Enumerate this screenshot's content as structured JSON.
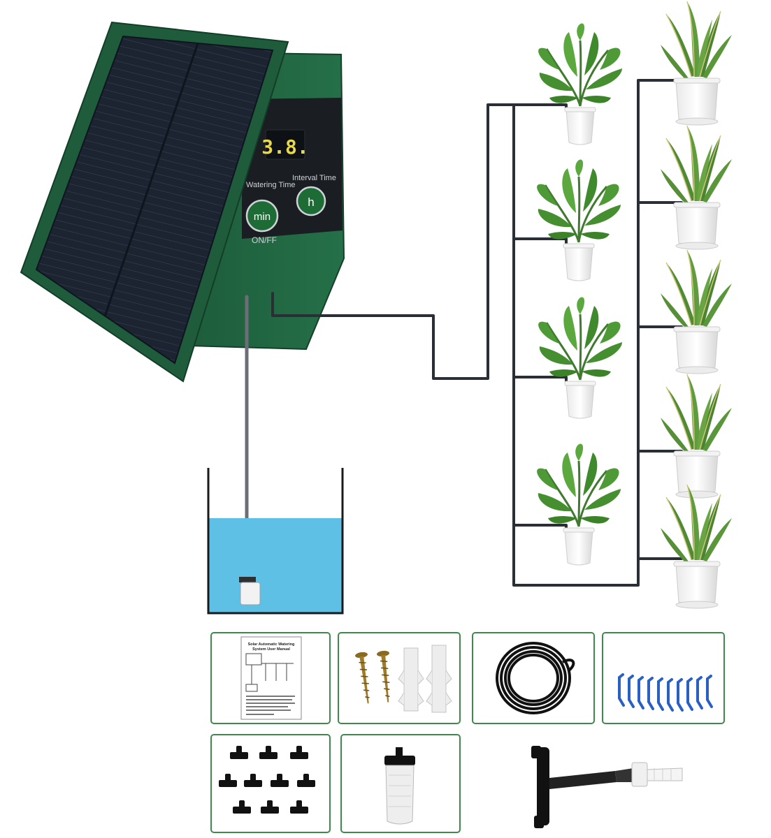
{
  "device": {
    "display_value": "3.8.",
    "watering_time_label": "Watering Time",
    "interval_time_label": "Interval Time",
    "min_button_label": "min",
    "hour_button_label": "h",
    "onoff_label": "ON/FF"
  },
  "manual": {
    "title_line1": "Solar Automatic Watering",
    "title_line2": "System User Manual"
  },
  "colors": {
    "device_green": "#1f5c3c",
    "panel_dark": "#1b2230",
    "water_blue": "#5fc0e6",
    "box_border": "#3f8a4b",
    "tube_black": "#1a1a1a",
    "stake_blue": "#2a5fc4",
    "display_yellow": "#e9d949"
  }
}
